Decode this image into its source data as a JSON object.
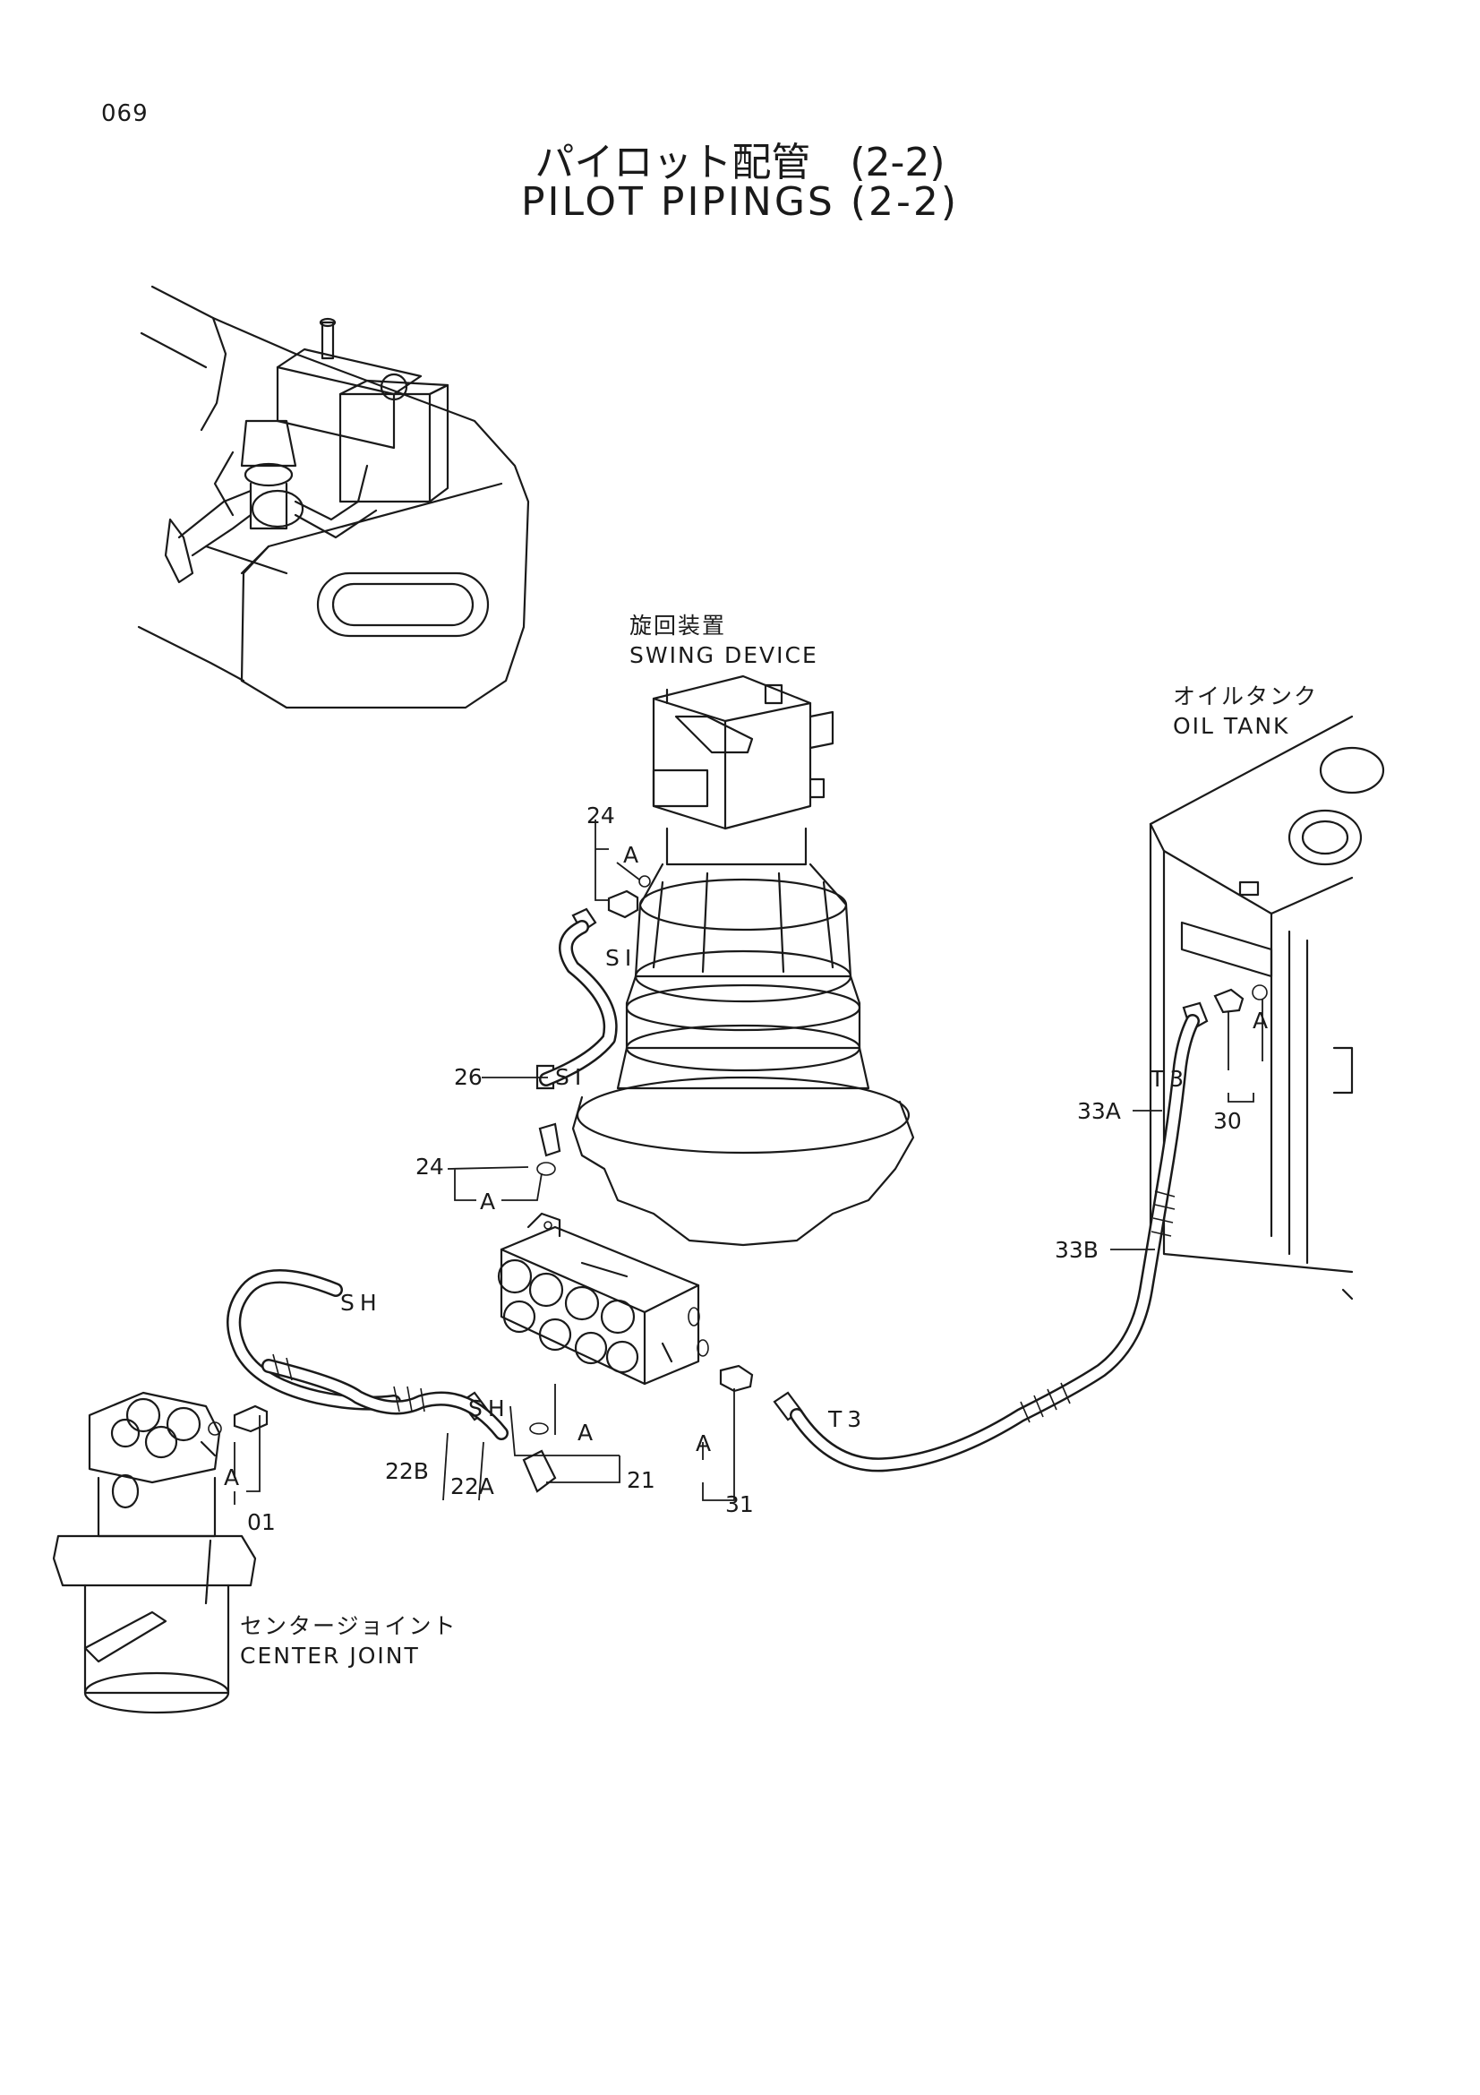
{
  "page": {
    "number": "069"
  },
  "title": {
    "ja": "パイロット配管　(2-2)",
    "en": "PILOT PIPINGS (2-2)"
  },
  "components": {
    "swing_device": {
      "ja": "旋回装置",
      "en": "SWING DEVICE"
    },
    "oil_tank": {
      "ja": "オイルタンク",
      "en": "OIL TANK"
    },
    "center_joint": {
      "ja": "センタージョイント",
      "en": "CENTER JOINT"
    }
  },
  "callouts": {
    "p24_top": "24",
    "p24_mid": "24",
    "p26": "26",
    "p21": "21",
    "p22A": "22A",
    "p22B": "22B",
    "p01": "01",
    "p30": "30",
    "p31": "31",
    "p33A": "33A",
    "p33B": "33B"
  },
  "markers": {
    "A1": "A",
    "A2": "A",
    "A3": "A",
    "A4": "A",
    "A5": "A",
    "A6": "A",
    "SI_1": "SI",
    "SI_2": "SI",
    "SH_1": "SH",
    "SH_2": "SH",
    "T3_1": "T3",
    "T3_2": "T3"
  }
}
